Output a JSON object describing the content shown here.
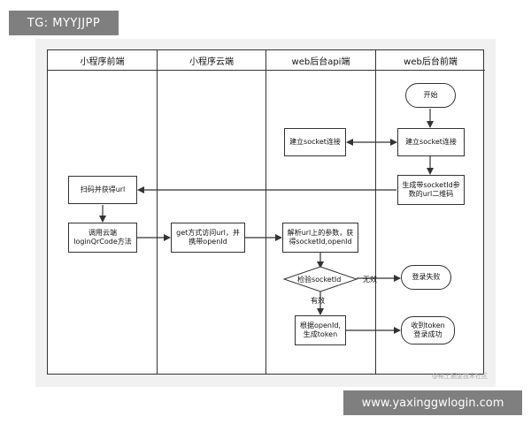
{
  "overlay_top": "TG: MYYJJPP",
  "overlay_bottom": "www.yaxinggwlogin.com",
  "watermark": "@稀土掘金技术社区",
  "lanes": [
    "小程序前端",
    "小程序云端",
    "web后台api端",
    "web后台前端"
  ],
  "nodes": {
    "start": "开始",
    "socket_conn_front": "建立socket连接",
    "socket_conn_api": "建立socket连接",
    "gen_qr": "生成带socketId参\n数的url二维码",
    "scan": "扫码并获得url",
    "call_cloud": "调用云端\nloginQrCode方法",
    "get_url": "get方式访问url，并\n携带openId",
    "parse_url": "解析url上的参数，获\n得socketId,openId",
    "check_socket": "检验socketId",
    "login_fail": "登录失败",
    "gen_token": "根据openId,\n生成token",
    "recv_token": "收到token\n登录成功"
  },
  "edge_labels": {
    "invalid": "无效",
    "valid": "有效"
  }
}
